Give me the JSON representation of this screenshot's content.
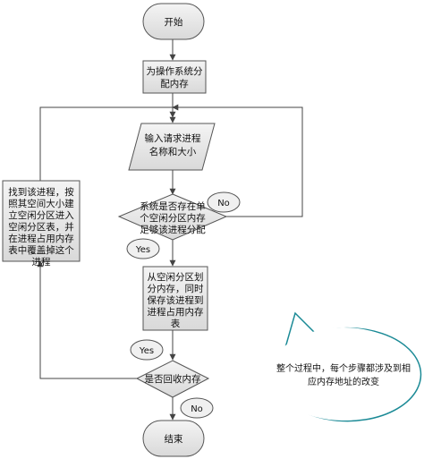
{
  "flowchart": {
    "start": {
      "text": "开始"
    },
    "allocate": {
      "lines": [
        "为操作系统分",
        "配内存"
      ]
    },
    "input": {
      "lines": [
        "输入请求进程",
        "名称和大小"
      ]
    },
    "check_space": {
      "lines": [
        "系统是否存在单",
        "个空闲分区内存",
        "足够该进程分配"
      ]
    },
    "no_label_1": {
      "text": "No"
    },
    "yes_label_1": {
      "text": "Yes"
    },
    "carve": {
      "lines": [
        "从空闲分区划",
        "分内存，同时",
        "保存该进程到",
        "进程占用内存",
        "表"
      ]
    },
    "find_process": {
      "lines": [
        "找到该进程，按",
        "照其空间大小建",
        "立空闲分区进入",
        "空闲分区表，并",
        "在进程占用内存",
        "表中覆盖掉这个",
        "进程"
      ]
    },
    "yes_label_2": {
      "text": "Yes"
    },
    "check_reclaim": {
      "text": "是否回收内存"
    },
    "no_label_2": {
      "text": "No"
    },
    "end": {
      "text": "结束"
    }
  },
  "callout": {
    "lines": [
      "整个过程中，每个步骤都涉及到相",
      "应内存地址的改变"
    ]
  },
  "colors": {
    "node_fill": "#e6e6e6",
    "node_stroke": "#555555",
    "line": "#444444",
    "callout_stroke": "#1b8a96",
    "callout_fill": "#ffffff"
  }
}
